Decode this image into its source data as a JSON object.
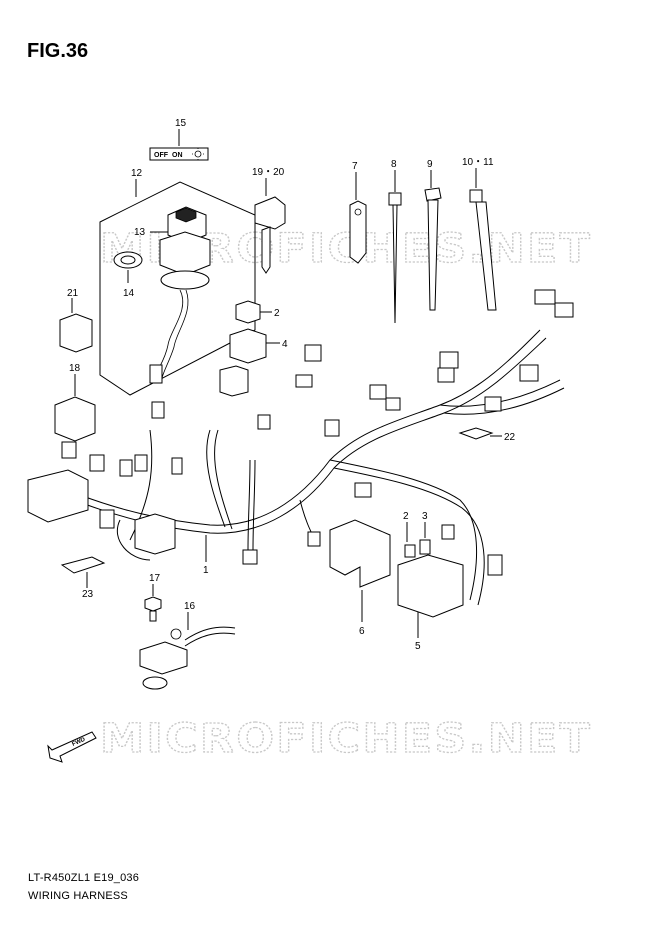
{
  "figure_title": "FIG.36",
  "caption": {
    "model_code": "LT-R450ZL1 E19_036",
    "part_name": "WIRING HARNESS"
  },
  "watermark": "MICROFICHES.NET",
  "switch_label": {
    "off": "OFF",
    "on": "ON"
  },
  "forward_arrow": "FWD",
  "callouts": {
    "c1": "1",
    "c2a": "2",
    "c2b": "2",
    "c3": "3",
    "c4": "4",
    "c5": "5",
    "c6": "6",
    "c7": "7",
    "c8": "8",
    "c9": "9",
    "c10_11": "10・11",
    "c12": "12",
    "c13": "13",
    "c14": "14",
    "c15": "15",
    "c16": "16",
    "c17": "17",
    "c18": "18",
    "c19_20": "19・20",
    "c21": "21",
    "c22": "22",
    "c23": "23"
  }
}
